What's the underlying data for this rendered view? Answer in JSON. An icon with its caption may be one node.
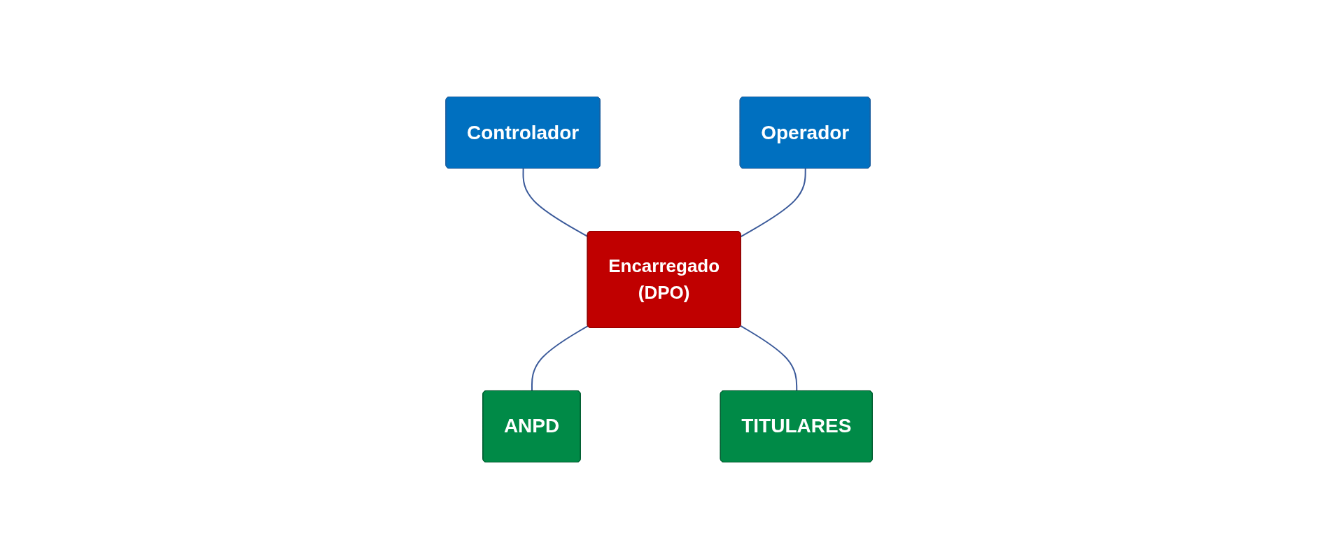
{
  "diagram": {
    "nodes": [
      {
        "text": [
          "Controlador"
        ]
      },
      {
        "text": [
          "Operador"
        ]
      },
      {
        "text": [
          "Encarregado",
          "(DPO)"
        ]
      },
      {
        "text": [
          "ANPD"
        ]
      },
      {
        "text": [
          "TITULARES"
        ]
      }
    ],
    "edges": [
      {
        "from": 0,
        "to": 2,
        "arrow": "none"
      },
      {
        "from": 1,
        "to": 2,
        "arrow": "none"
      },
      {
        "from": 2,
        "to": 3,
        "arrow": "none"
      },
      {
        "from": 2,
        "to": 4,
        "arrow": "none"
      }
    ]
  }
}
